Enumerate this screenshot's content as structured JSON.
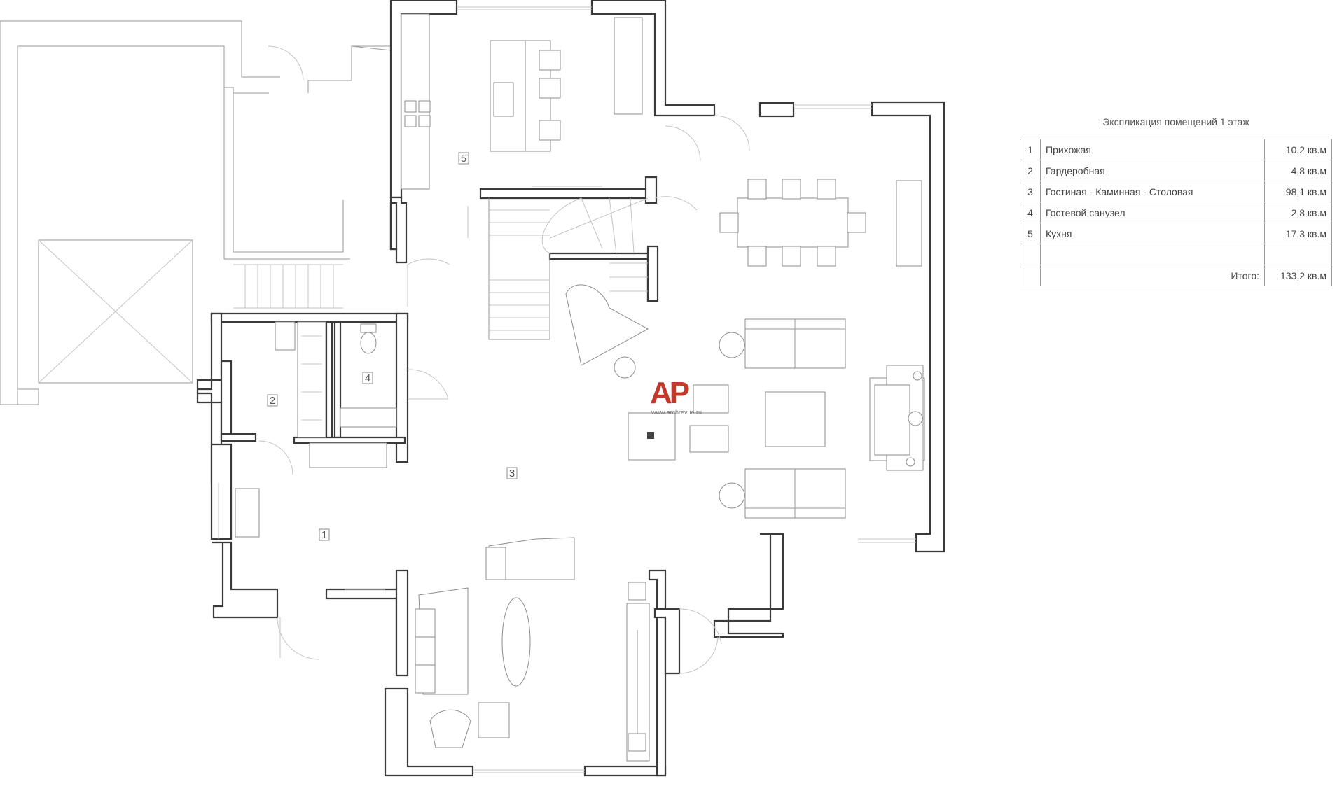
{
  "title": "Экспликация помещений 1 этаж",
  "rooms": [
    {
      "num": "1",
      "name": "Прихожая",
      "area": "10,2 кв.м"
    },
    {
      "num": "2",
      "name": "Гардеробная",
      "area": "4,8 кв.м"
    },
    {
      "num": "3",
      "name": "Гостиная - Каминная - Столовая",
      "area": "98,1 кв.м"
    },
    {
      "num": "4",
      "name": "Гостевой санузел",
      "area": "2,8 кв.м"
    },
    {
      "num": "5",
      "name": "Кухня",
      "area": "17,3 кв.м"
    },
    {
      "num": "",
      "name": "",
      "area": ""
    }
  ],
  "total": {
    "label": "Итого:",
    "value": "133,2 кв.м"
  },
  "plan_labels": {
    "r1": "1",
    "r2": "2",
    "r3": "3",
    "r4": "4",
    "r5": "5"
  },
  "watermark": {
    "logo": "AP",
    "site": "www.archrevue.ru"
  },
  "colors": {
    "wall": "#3a3a3a",
    "logo": "#c0392b"
  }
}
